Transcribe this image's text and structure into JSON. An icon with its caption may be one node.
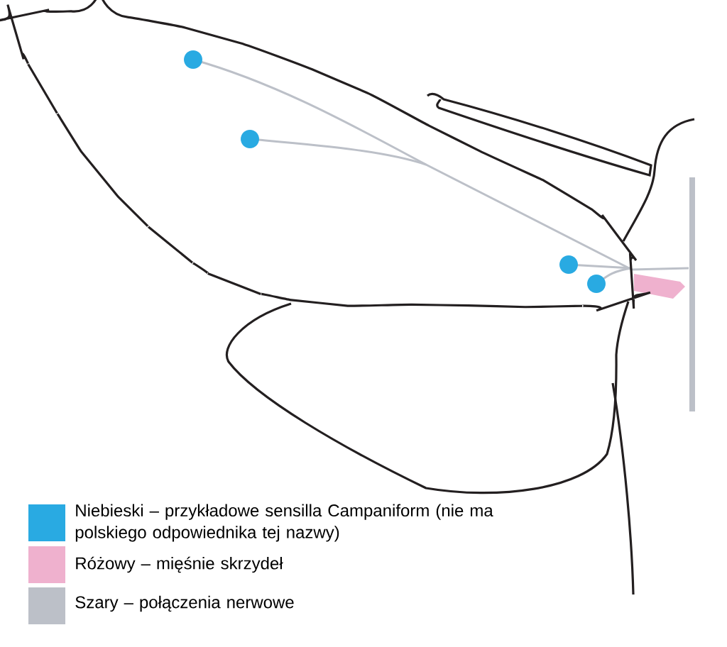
{
  "diagram": {
    "legend": [
      {
        "text": "Niebieski – przykładowe sensilla Campaniform (nie ma polskiego odpowiednika tej nazwy)",
        "color": "#29aae2"
      },
      {
        "text": "Różowy – mięśnie skrzydeł",
        "color": "#efb1ce"
      },
      {
        "text": "Szary – połączenia nerwowe",
        "color": "#bcc0c8"
      }
    ]
  }
}
